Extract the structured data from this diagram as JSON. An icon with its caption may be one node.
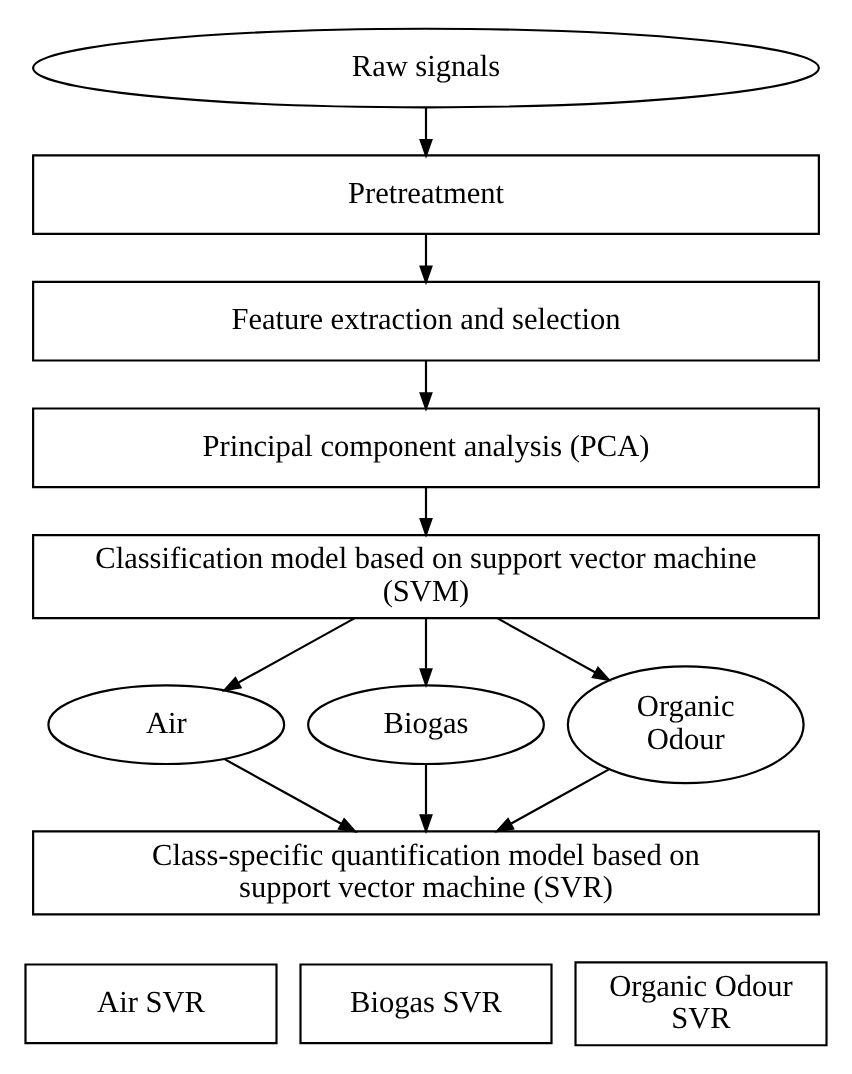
{
  "diagram": {
    "nodes": [
      {
        "text": [
          "Raw signals"
        ]
      },
      {
        "text": [
          "Pretreatment"
        ]
      },
      {
        "text": [
          "Feature extraction and selection"
        ]
      },
      {
        "text": [
          "Principal component analysis (PCA)"
        ]
      },
      {
        "text": [
          "Classification model based on support vector machine (SVM)"
        ]
      },
      {
        "text": [
          "Air"
        ]
      },
      {
        "text": [
          "Biogas"
        ]
      },
      {
        "text": [
          "Organic Odour"
        ]
      },
      {
        "text": [
          "Class-specific quantification model based on support vector machine (SVR)"
        ]
      },
      {
        "text": [
          "Air SVR"
        ]
      },
      {
        "text": [
          "Biogas SVR"
        ]
      },
      {
        "text": [
          "Organic Odour SVR"
        ]
      }
    ],
    "edges": [
      {
        "from": 0,
        "to": 1,
        "arrow": "to"
      },
      {
        "from": 1,
        "to": 2,
        "arrow": "to"
      },
      {
        "from": 2,
        "to": 3,
        "arrow": "to"
      },
      {
        "from": 3,
        "to": 4,
        "arrow": "to"
      },
      {
        "from": 4,
        "to": 5,
        "arrow": "to"
      },
      {
        "from": 4,
        "to": 6,
        "arrow": "to"
      },
      {
        "from": 4,
        "to": 7,
        "arrow": "to"
      },
      {
        "from": 5,
        "to": 8,
        "arrow": "to"
      },
      {
        "from": 6,
        "to": 8,
        "arrow": "to"
      },
      {
        "from": 7,
        "to": 8,
        "arrow": "to"
      }
    ]
  }
}
